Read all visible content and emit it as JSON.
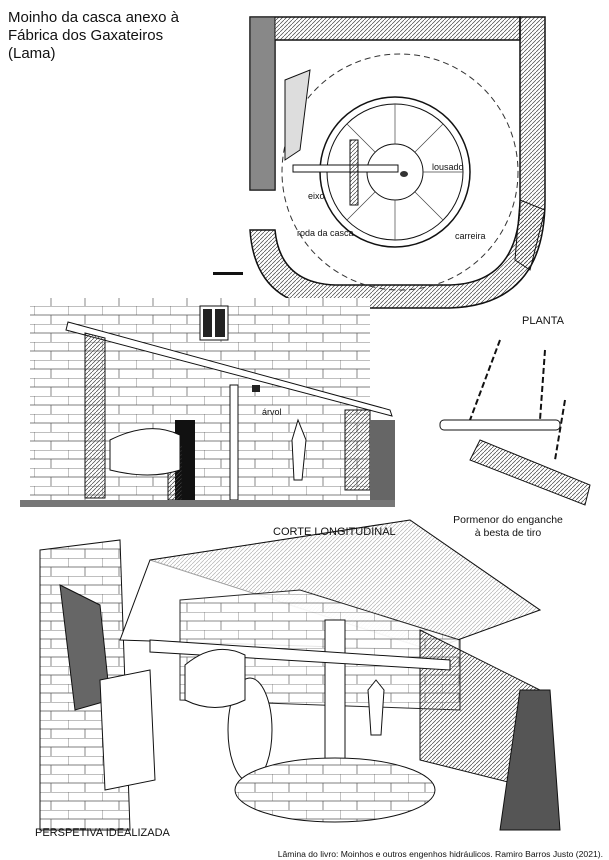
{
  "title": {
    "line1": "Moinho da casca anexo à",
    "line2": "Fábrica dos Gaxateiros",
    "line3": "(Lama)"
  },
  "plan": {
    "heading": "PLANTA",
    "labels": {
      "lousado": "lousado",
      "eixo": "eixo",
      "roda": "roda da casca",
      "carreira": "carreira"
    }
  },
  "section": {
    "heading": "CORTE LONGITUDINAL",
    "label_arvol": "árvol"
  },
  "detail": {
    "line1": "Pormenor do enganche",
    "line2": "à besta de tiro"
  },
  "perspective": {
    "heading": "PERSPETIVA  IDEALIZADA"
  },
  "footer": "Lâmina do livro: Moinhos e outros engenhos hidráulicos. Ramiro Barros Justo (2021)."
}
